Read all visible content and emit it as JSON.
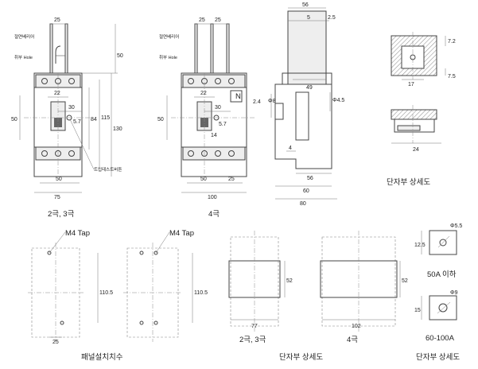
{
  "labels": {
    "barrier": "절연베리어",
    "mount_hole": "취부 Hole",
    "trip_test": "트립테스트버튼",
    "n_mark": "N",
    "pole_2_3": "2극, 3극",
    "pole_4": "4극",
    "terminal_detail": "단자부 상세도",
    "m4_tap": "M4 Tap",
    "panel_cutout": "패널설치치수",
    "bottom_2_3": "2극, 3극",
    "bottom_4": "4극",
    "bottom_terminal": "단자부 상세도",
    "rating_50": "50A 이하",
    "rating_60_100": "60-100A"
  },
  "dims": {
    "d25_a": "25",
    "d50_top": "50",
    "d22_a": "22",
    "d30_a": "30",
    "d57_a": "5.7",
    "d50_left_a": "50",
    "d84": "84",
    "d115": "115",
    "d130": "130",
    "d50_bot_a": "50",
    "d75": "75",
    "d25_b": "25",
    "d25_c": "25",
    "d22_b": "22",
    "d30_b": "30",
    "d57_b": "5.7",
    "d14": "14",
    "d50_left_b": "50",
    "d50_bot_b": "50",
    "d25_bot_b": "25",
    "d100": "100",
    "d56_top": "56",
    "d5": "5",
    "d25_s": "2.5",
    "d49": "49",
    "d8": "Φ8",
    "d45": "Φ4.5",
    "d24_s": "2.4",
    "d4": "4",
    "d56_bot": "56",
    "d60": "60",
    "d80": "80",
    "d72": "7.2",
    "d75_r": "7.5",
    "d17": "17",
    "d24": "24",
    "d1105_a": "110.5",
    "d25_p": "25",
    "d1105_b": "110.5",
    "d52_a": "52",
    "d77": "77",
    "d52_b": "52",
    "d102": "102",
    "d125": "12.5",
    "d55": "Φ5.5",
    "d15": "15",
    "d9": "Φ9"
  }
}
